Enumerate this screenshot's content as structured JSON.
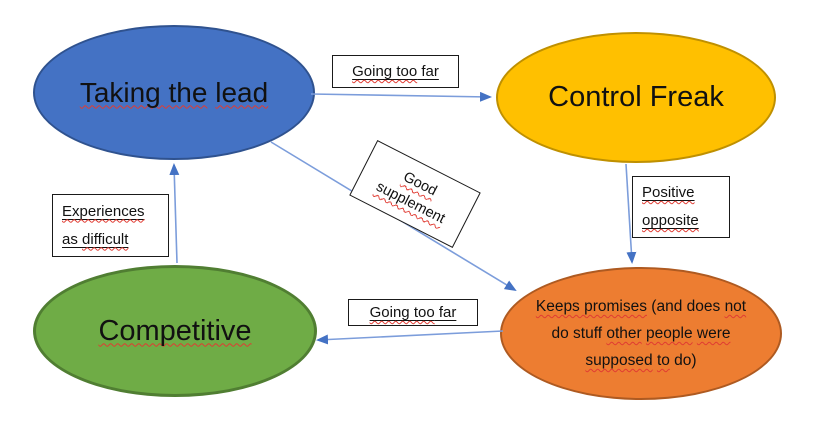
{
  "colors": {
    "node_blue_fill": "#4472C4",
    "node_blue_border": "#2F528F",
    "node_yellow_fill": "#FFC000",
    "node_yellow_border": "#BF9000",
    "node_green_fill": "#6FAC46",
    "node_green_border": "#507E32",
    "node_orange_fill": "#ED7D31",
    "node_orange_border": "#AE5A21",
    "arrow_line": "#7C9DDB",
    "arrow_head": "#4472C4",
    "spellcheck_red": "#E03B32",
    "box_border": "#1A1A1A",
    "background": "#FFFFFF"
  },
  "nodes": {
    "taking_the_lead": {
      "text": "Taking the lead",
      "fill": "#4472C4",
      "border": "#2F528F",
      "lines": [
        [
          {
            "t": "Taking the",
            "sq": true
          },
          {
            "t": " ",
            "sq": false
          },
          {
            "t": "lead",
            "sq": true
          }
        ]
      ]
    },
    "control_freak": {
      "text": "Control Freak",
      "fill": "#FFC000",
      "border": "#BF9000",
      "lines": [
        [
          {
            "t": "Control Freak",
            "sq": false
          }
        ]
      ]
    },
    "competitive": {
      "text": "Competitive",
      "fill": "#6FAC46",
      "border": "#507E32",
      "lines": [
        [
          {
            "t": "Competitive",
            "sq": true
          }
        ]
      ]
    },
    "keeps_promises": {
      "text": "Keeps promises (and does not do stuff other people were supposed to do)",
      "fill": "#ED7D31",
      "border": "#AE5A21",
      "lines": [
        [
          {
            "t": "Keeps promises",
            "sq": true
          },
          {
            "t": " (and does ",
            "sq": false
          },
          {
            "t": "not",
            "sq": true
          }
        ],
        [
          {
            "t": "do stuff ",
            "sq": false
          },
          {
            "t": "other",
            "sq": true
          },
          {
            "t": " ",
            "sq": false
          },
          {
            "t": "people",
            "sq": true
          },
          {
            "t": " ",
            "sq": false
          },
          {
            "t": "were",
            "sq": true
          }
        ],
        [
          {
            "t": "supposed",
            "sq": true
          },
          {
            "t": " ",
            "sq": false
          },
          {
            "t": "to",
            "sq": true
          },
          {
            "t": " do)",
            "sq": false
          }
        ]
      ]
    }
  },
  "labels": {
    "going_too_far_top": {
      "text": "Going too far",
      "lines": [
        [
          {
            "t": "Going too",
            "sq": true
          },
          {
            "t": " far",
            "sq": false
          }
        ]
      ]
    },
    "good_supplement": {
      "text": "Good supplement",
      "lines": [
        [
          {
            "t": "Good",
            "sq": true
          }
        ],
        [
          {
            "t": "supplement",
            "sq": true
          }
        ]
      ]
    },
    "experiences_as_difficult": {
      "text": "Experiences as difficult",
      "lines": [
        [
          {
            "t": "Experiences",
            "sq": true
          }
        ],
        [
          {
            "t": "as ",
            "sq": false
          },
          {
            "t": "difficult",
            "sq": true
          }
        ]
      ]
    },
    "positive_opposite": {
      "text": "Positive opposite",
      "lines": [
        [
          {
            "t": "Positive",
            "sq": true
          }
        ],
        [
          {
            "t": "opposite",
            "sq": true
          }
        ]
      ]
    },
    "going_too_far_bottom": {
      "text": "Going too far",
      "lines": [
        [
          {
            "t": "Going too",
            "sq": true
          },
          {
            "t": " far",
            "sq": false
          }
        ]
      ]
    }
  },
  "connections": [
    {
      "from": "Taking the lead",
      "to": "Control Freak",
      "label": "Going too far"
    },
    {
      "from": "Taking the lead",
      "to": "Keeps promises",
      "label": "Good supplement"
    },
    {
      "from": "Control Freak",
      "to": "Keeps promises",
      "label": "Positive opposite"
    },
    {
      "from": "Keeps promises",
      "to": "Competitive",
      "label": "Going too far"
    },
    {
      "from": "Competitive",
      "to": "Taking the lead",
      "label": "Experiences as difficult"
    }
  ]
}
